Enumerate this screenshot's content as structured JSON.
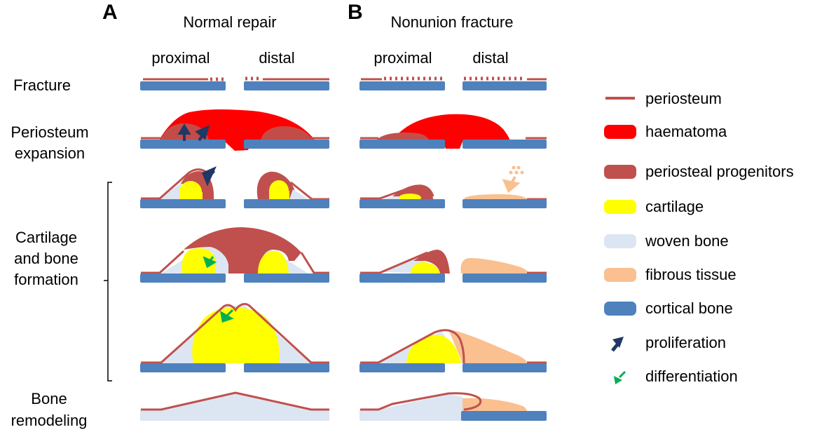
{
  "panels": {
    "a": {
      "letter": "A",
      "title": "Normal repair",
      "proximal": "proximal",
      "distal": "distal"
    },
    "b": {
      "letter": "B",
      "title": "Nonunion fracture",
      "proximal": "proximal",
      "distal": "distal"
    }
  },
  "rows": {
    "fracture": "Fracture",
    "periosteum_expansion": [
      "Periosteum",
      "expansion"
    ],
    "cartilage_bone": [
      "Cartilage",
      "and bone",
      "formation"
    ],
    "remodeling": [
      "Bone",
      "remodeling"
    ]
  },
  "legend": [
    {
      "label": "periosteum",
      "icon": "periosteum-line"
    },
    {
      "label": "haematoma",
      "icon": "haematoma-swatch"
    },
    {
      "label": "periosteal progenitors",
      "icon": "progenitors-swatch"
    },
    {
      "label": "cartilage",
      "icon": "cartilage-swatch"
    },
    {
      "label": "woven bone",
      "icon": "woven-bone-swatch"
    },
    {
      "label": "fibrous tissue",
      "icon": "fibrous-tissue-swatch"
    },
    {
      "label": "cortical bone",
      "icon": "cortical-bone-swatch"
    },
    {
      "label": "proliferation",
      "icon": "proliferation-arrow-icon"
    },
    {
      "label": "differentiation",
      "icon": "differentiation-arrow-icon"
    }
  ],
  "colors": {
    "periosteum": "#c0504d",
    "haematoma": "#ff0000",
    "progenitors": "#c0504d",
    "cartilage": "#ffff00",
    "woven_bone": "#dce6f2",
    "fibrous_tissue": "#fac090",
    "cortical_bone": "#4f81bd",
    "proliferation_arrow": "#1f3864",
    "differentiation_arrow": "#00b050"
  }
}
